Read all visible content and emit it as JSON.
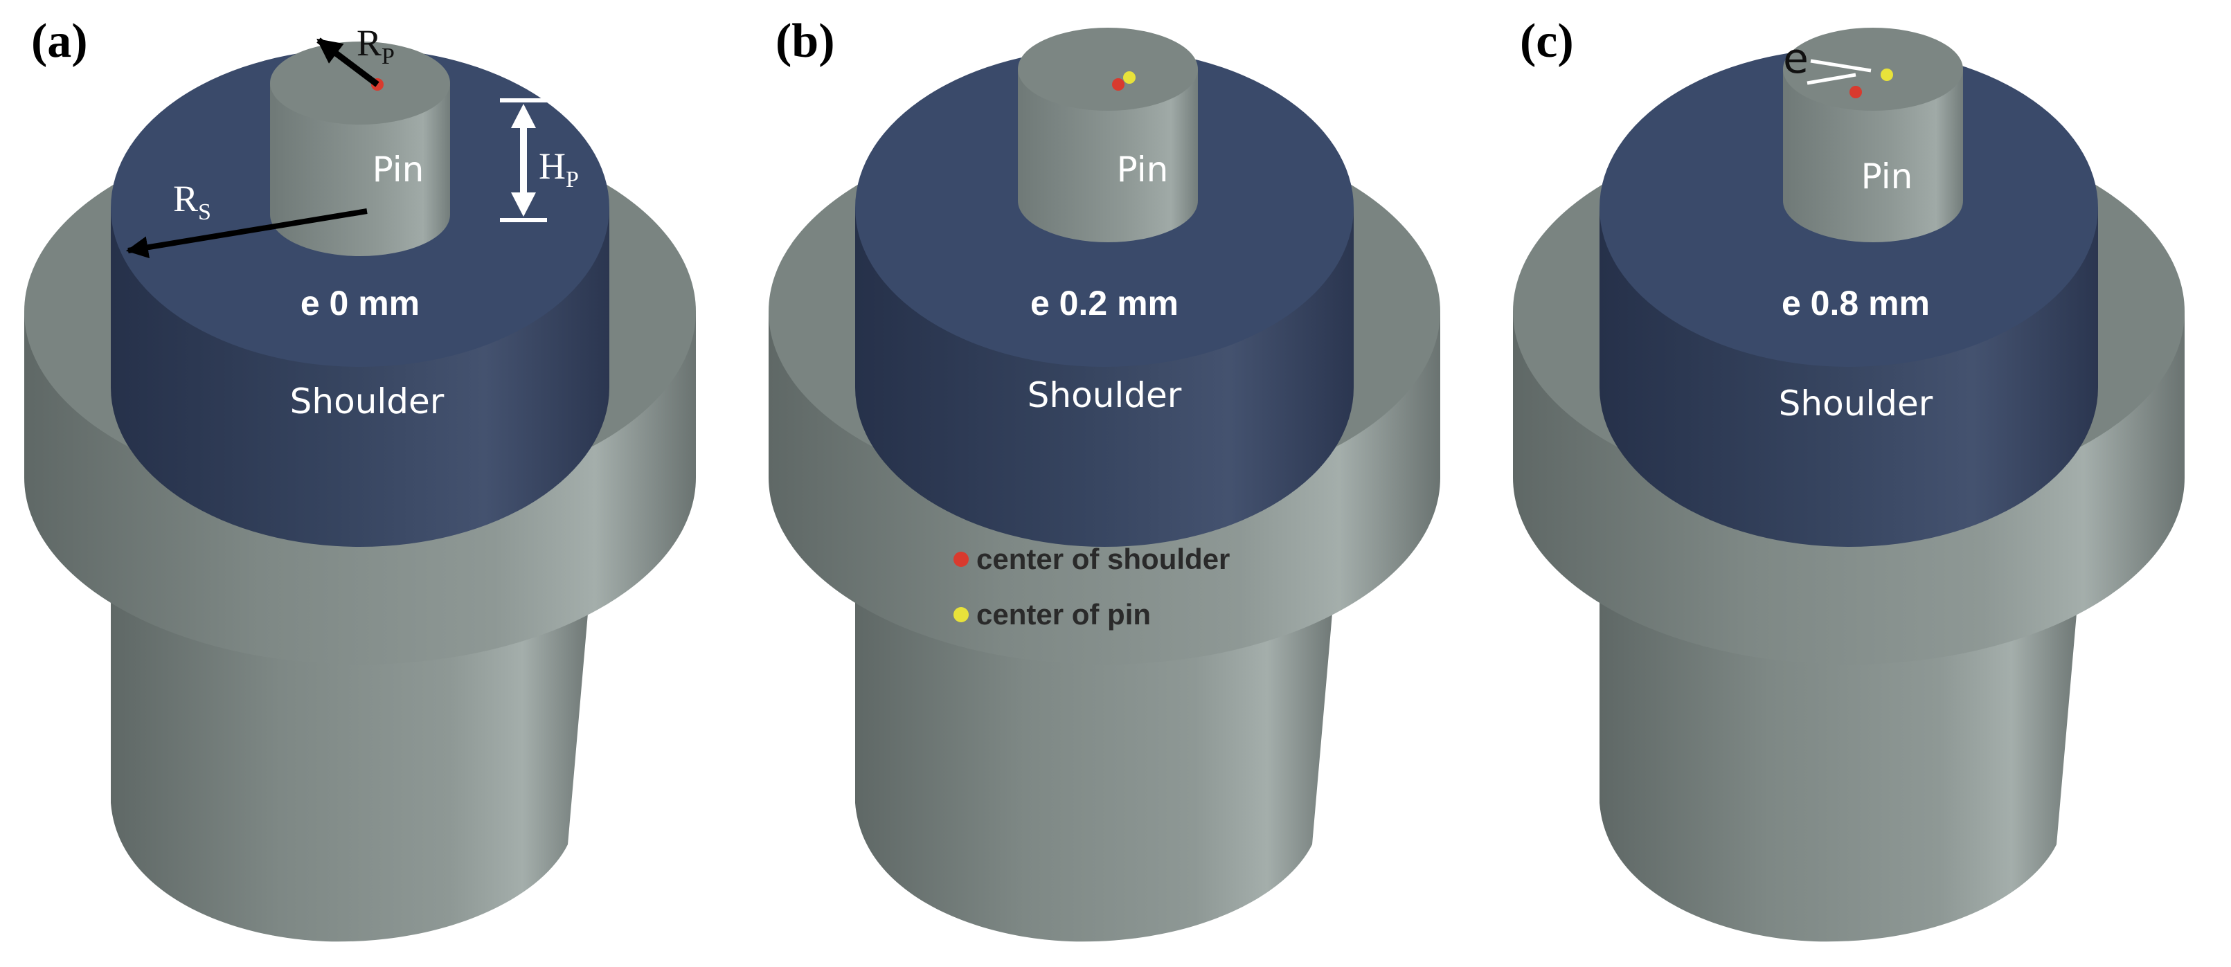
{
  "panels": [
    {
      "id": "a",
      "label": "(a)",
      "pin_label": "Pin",
      "shoulder_label": "Shoulder",
      "eccentricity_label": "e 0 mm",
      "eccentricity_mm": 0,
      "annotations": {
        "rp": "R",
        "rp_sub": "P",
        "rs": "R",
        "rs_sub": "S",
        "hp": "H",
        "hp_sub": "P"
      }
    },
    {
      "id": "b",
      "label": "(b)",
      "pin_label": "Pin",
      "shoulder_label": "Shoulder",
      "eccentricity_label": "e 0.2 mm",
      "eccentricity_mm": 0.2,
      "legend": [
        {
          "text": "center of shoulder",
          "color": "#d93a2e"
        },
        {
          "text": "center of pin",
          "color": "#e8e23a"
        }
      ]
    },
    {
      "id": "c",
      "label": "(c)",
      "pin_label": "Pin",
      "shoulder_label": "Shoulder",
      "eccentricity_label": "e 0.8 mm",
      "eccentricity_mm": 0.8,
      "annotations": {
        "e": "e"
      }
    }
  ],
  "colors": {
    "tool_gray": "#7c8683",
    "shoulder_blue": "#3a4a6a",
    "shoulder_center": "#d93a2e",
    "pin_center": "#e8e23a"
  }
}
